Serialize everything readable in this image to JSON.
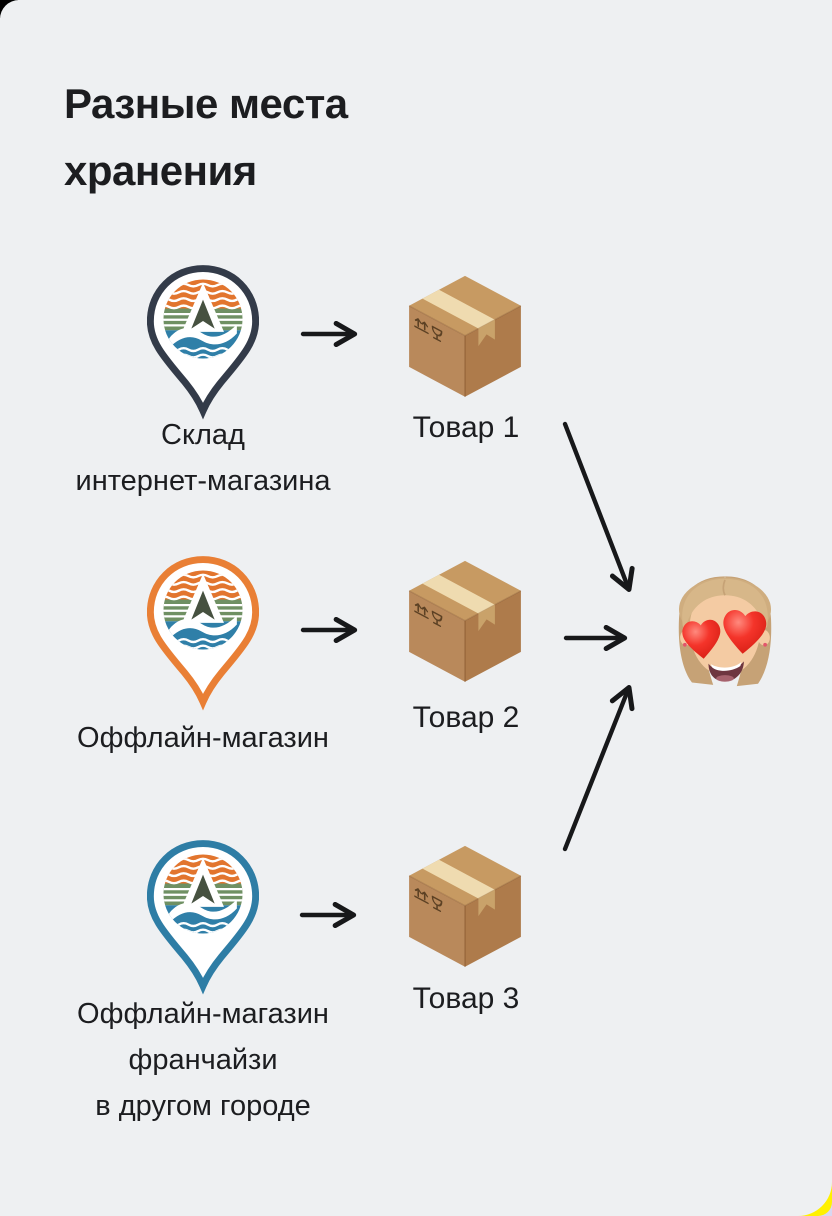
{
  "title": {
    "lines": [
      "Разные места",
      "хранения"
    ]
  },
  "rows": [
    {
      "location": {
        "lines": [
          "Склад",
          "интернет-магазина"
        ]
      },
      "product_label": "Товар 1",
      "pin_color": "#333B49"
    },
    {
      "location": {
        "lines": [
          "Оффлайн-магазин"
        ]
      },
      "product_label": "Товар 2",
      "pin_color": "#E97F35"
    },
    {
      "location": {
        "lines": [
          "Оффлайн-магазин",
          "франчайзи",
          "в другом городе"
        ]
      },
      "product_label": "Товар 3",
      "pin_color": "#2E7DA5"
    }
  ],
  "icons": {
    "pin": "map-pin-with-brand-logo",
    "logo": "brand-logo-a-with-waves",
    "box": "cardboard-package-box",
    "face": "heart-eyes-woman-memoji",
    "arrow": "black-arrow"
  },
  "colors": {
    "background": "#EEF0F2",
    "text": "#1C1D20",
    "arrow": "#17181A",
    "logo_orange": "#E2752E",
    "logo_green": "#6F9063",
    "logo_blue": "#2F7FA8",
    "box_lid": "#C79A62",
    "box_left_face": "#B9895B",
    "box_right_face": "#AE7B4B",
    "box_tape": "#EFDBB0",
    "heart_red": "#F4342A",
    "hair_blonde": "#D7B789",
    "skin": "#F4CBA3"
  },
  "artifacts": {
    "top_left_corner": "#000000",
    "bottom_right_yellow": "#FFF100",
    "bottom_right_lavender": "#D9D7F1"
  }
}
